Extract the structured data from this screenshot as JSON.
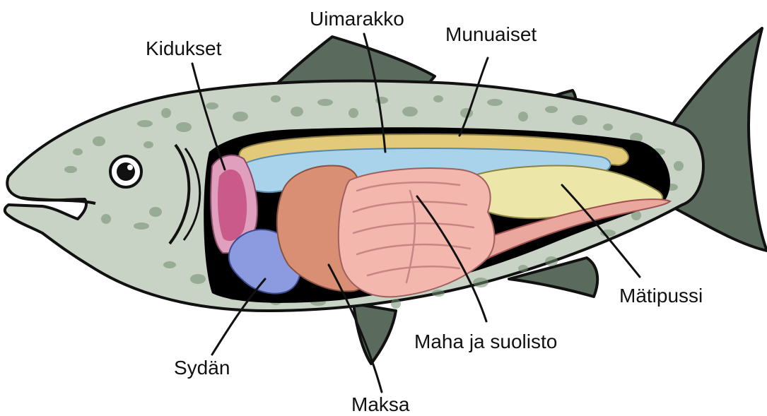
{
  "diagram": {
    "labels": {
      "kidukset": "Kidukset",
      "uimarakko": "Uimarakko",
      "munuaiset": "Munuaiset",
      "matipussi": "Mätipussi",
      "maha_ja_suolisto": "Maha ja suolisto",
      "sydan": "Sydän",
      "maksa": "Maksa"
    },
    "colors": {
      "body": "#c9d3c5",
      "spots": "#6f8a6c",
      "fins": "#5a6a5c",
      "cavity": "#000000",
      "swim_bladder": "#a9d3ea",
      "kidney": "#e3c97a",
      "gills": "#df9fbd",
      "gills_inner": "#c95a8a",
      "heart": "#8c9be0",
      "liver": "#d88f74",
      "stomach": "#f3b7ad",
      "roe": "#ece6a9",
      "intestine_tube": "#e9a79e"
    }
  }
}
